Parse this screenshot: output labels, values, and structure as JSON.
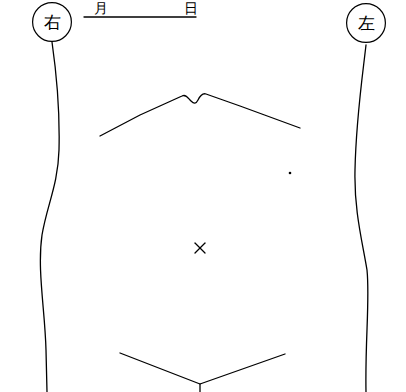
{
  "diagram": {
    "nodes": [
      {
        "text": [
          "右"
        ]
      },
      {
        "text": [
          "左"
        ]
      }
    ],
    "labels": [
      "月",
      "日"
    ]
  }
}
